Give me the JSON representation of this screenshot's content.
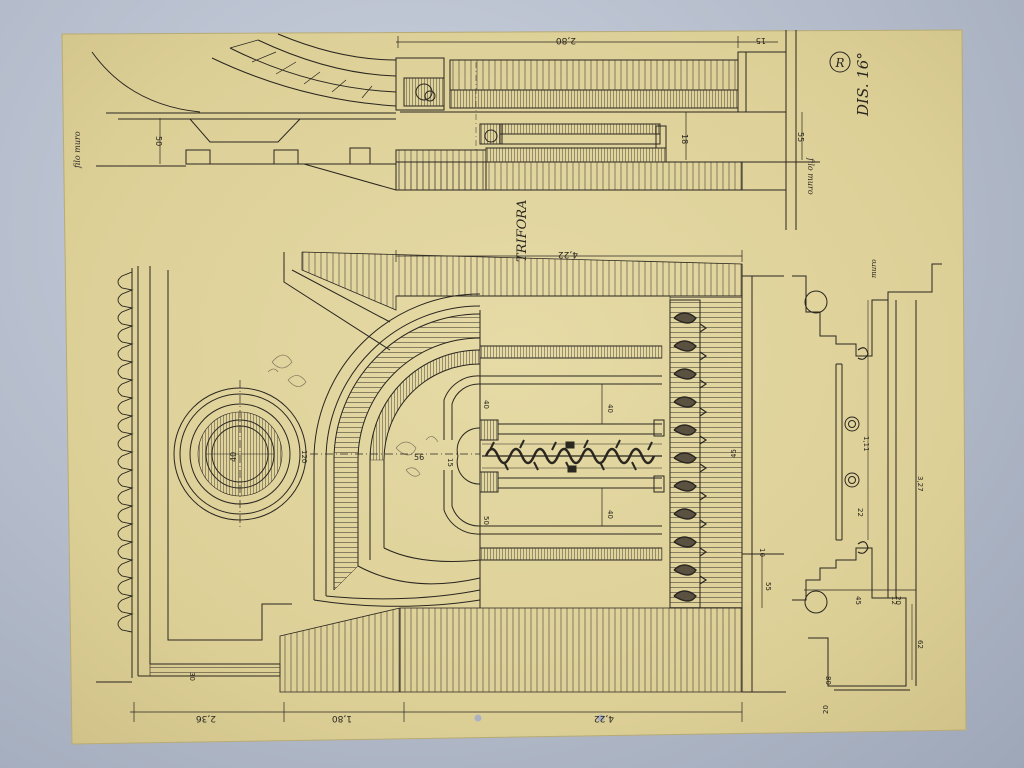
{
  "drawing": {
    "sheet_number": "DIS. 16°",
    "main_label": "TRIFORA",
    "monogram": "R",
    "floor_label": "filo muro",
    "side_label": "muro",
    "dimensions": {
      "top_span": "2,80",
      "top_right": "15",
      "upper_height": "50",
      "upper_right_height": "55",
      "right_small_height": "18",
      "mid_span": "4,22",
      "bottom_left": "2,36",
      "bottom_mid": "1,80",
      "bottom_right": "4,22",
      "rose_diameter": "40",
      "arch_center": "56",
      "column_offset": "45",
      "col_label_a": "40",
      "col_label_b": "40",
      "col_label_c": "40",
      "col_label_d": "50",
      "side_wall": "55",
      "side_step": "15",
      "profile_height_a": "1,11",
      "profile_height_b": "3,27",
      "profile_offset_a": "22",
      "profile_offset_b": "45",
      "profile_offset_c": "12",
      "profile_base": "62",
      "profile_foot": "80",
      "profile_corner": "20",
      "profile_edge": "20",
      "left_edge": "30",
      "base_left": "120",
      "base_gap": "10"
    }
  },
  "colors": {
    "paper": "#e0d39d",
    "ink": "#2a2620",
    "background": "#b4bccb"
  }
}
